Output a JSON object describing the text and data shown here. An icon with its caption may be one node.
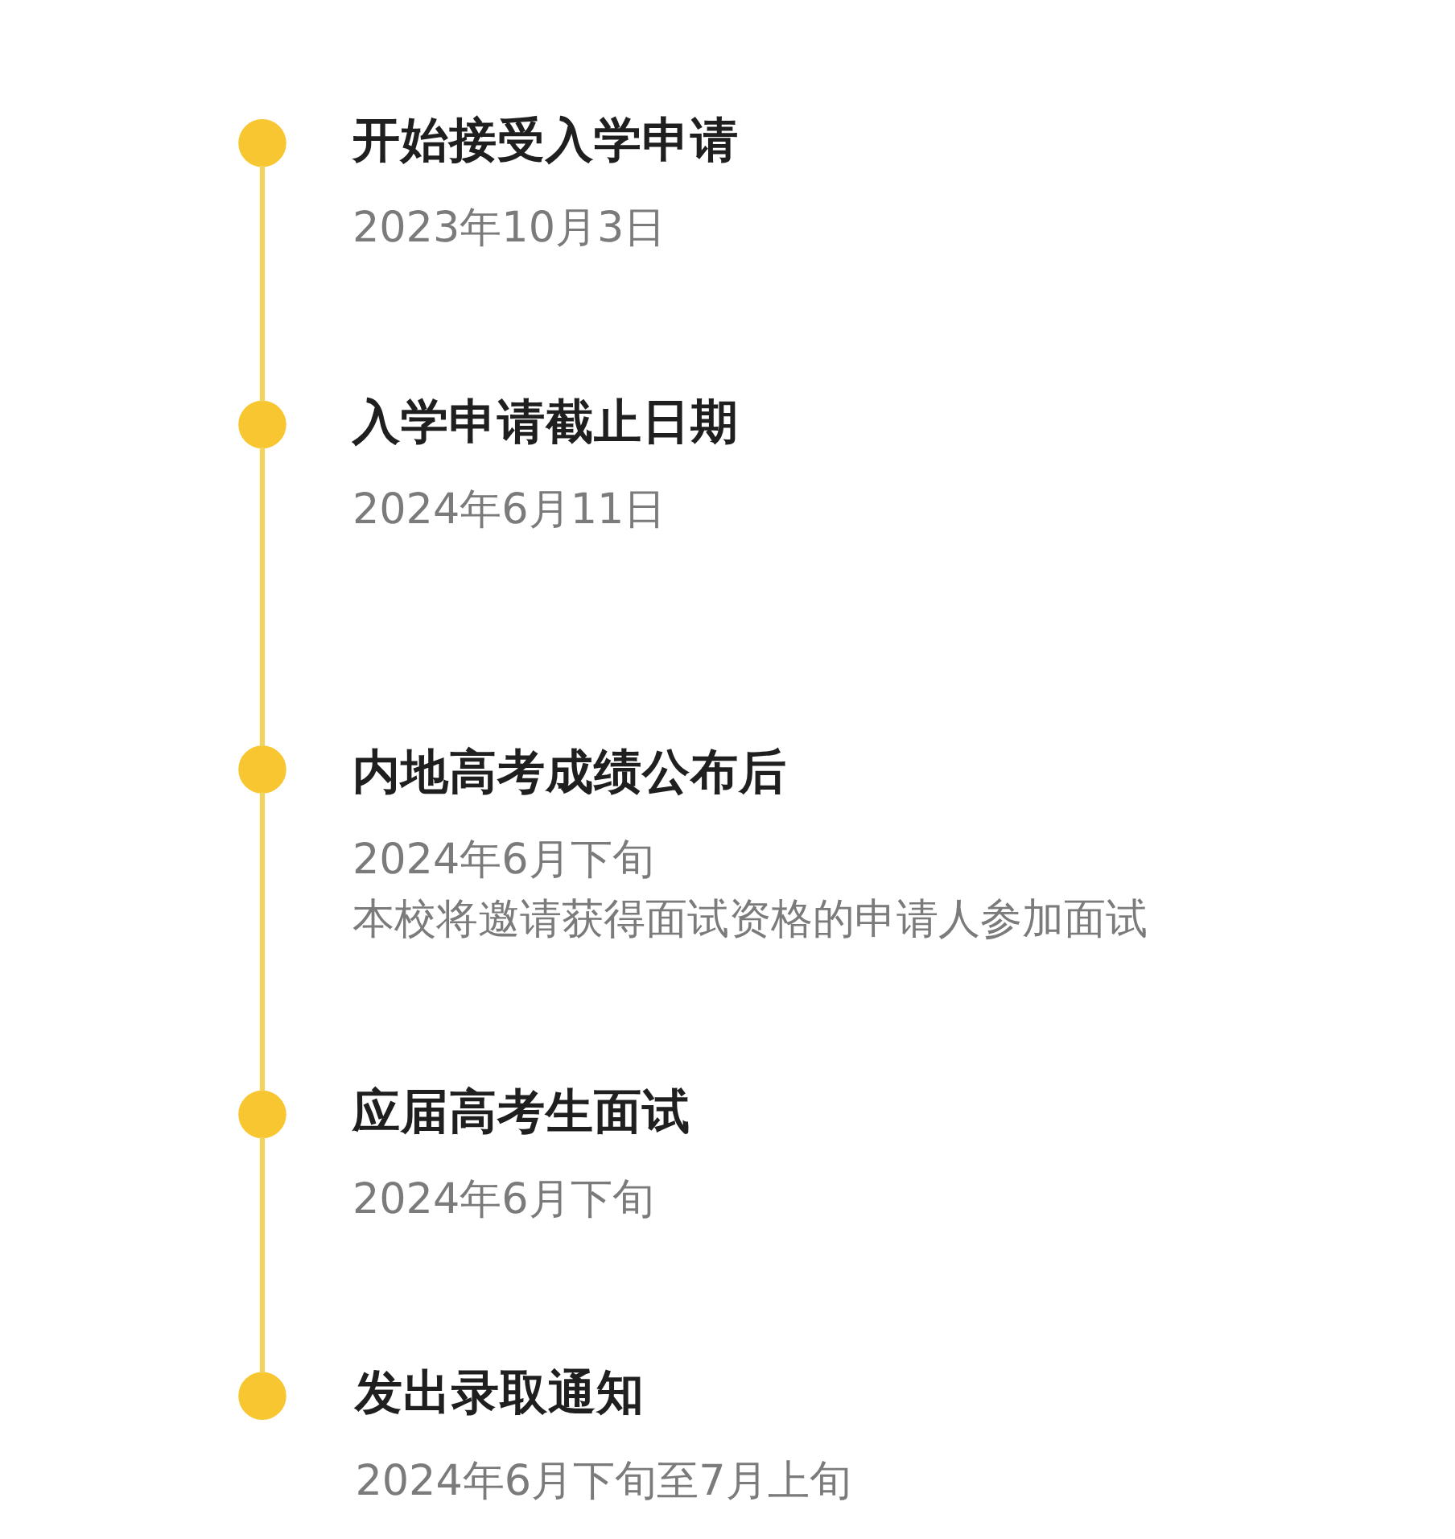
{
  "diagram": {
    "nodes": [
      {
        "text": [],
        "shape": "circle",
        "beside": [
          "开始接受入学申请",
          "2023年10月3日"
        ]
      },
      {
        "text": [],
        "shape": "circle",
        "beside": [
          "入学申请截止日期",
          "2024年6月11日"
        ]
      },
      {
        "text": [],
        "shape": "circle",
        "beside": [
          "内地高考成绩公布后",
          "2024年6月下旬",
          "本校将邀请获得面试资格的申请人参加面试"
        ]
      },
      {
        "text": [],
        "shape": "circle",
        "beside": [
          "应届高考生面试",
          "2024年6月下旬"
        ]
      },
      {
        "text": [],
        "shape": "circle",
        "beside": [
          "发出录取通知",
          "2024年6月下旬至7月上旬"
        ]
      }
    ],
    "edges": [
      {
        "from": 0,
        "to": 1,
        "arrow": "none"
      },
      {
        "from": 1,
        "to": 2,
        "arrow": "none"
      },
      {
        "from": 2,
        "to": 3,
        "arrow": "none"
      },
      {
        "from": 3,
        "to": 4,
        "arrow": "none"
      }
    ]
  }
}
